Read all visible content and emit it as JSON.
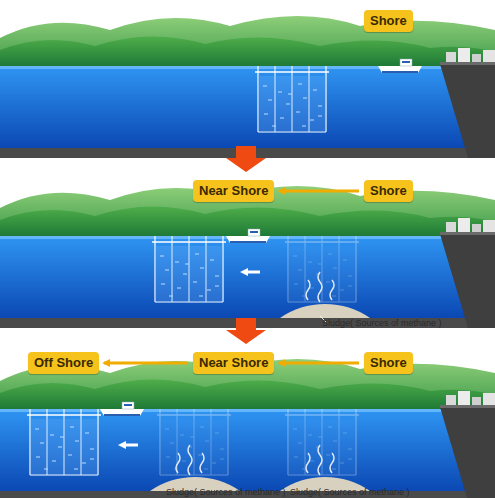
{
  "diagram": {
    "nodes": [
      {
        "text": [
          "Shore"
        ]
      },
      {
        "text": [
          "Near Shore"
        ]
      },
      {
        "text": [
          "Shore"
        ]
      },
      {
        "text": [
          "Off Shore"
        ]
      },
      {
        "text": [
          "Near Shore"
        ]
      },
      {
        "text": [
          "Shore"
        ]
      }
    ],
    "edges": [
      {
        "from": 2,
        "to": 1,
        "arrow": "to"
      },
      {
        "from": 5,
        "to": 4,
        "arrow": "to"
      },
      {
        "from": 4,
        "to": 3,
        "arrow": "to"
      }
    ],
    "labels": [
      "Sludge( Sources of methane )",
      "Sludge( Sources of methane )",
      "Sludge( Sources of methane )"
    ]
  }
}
